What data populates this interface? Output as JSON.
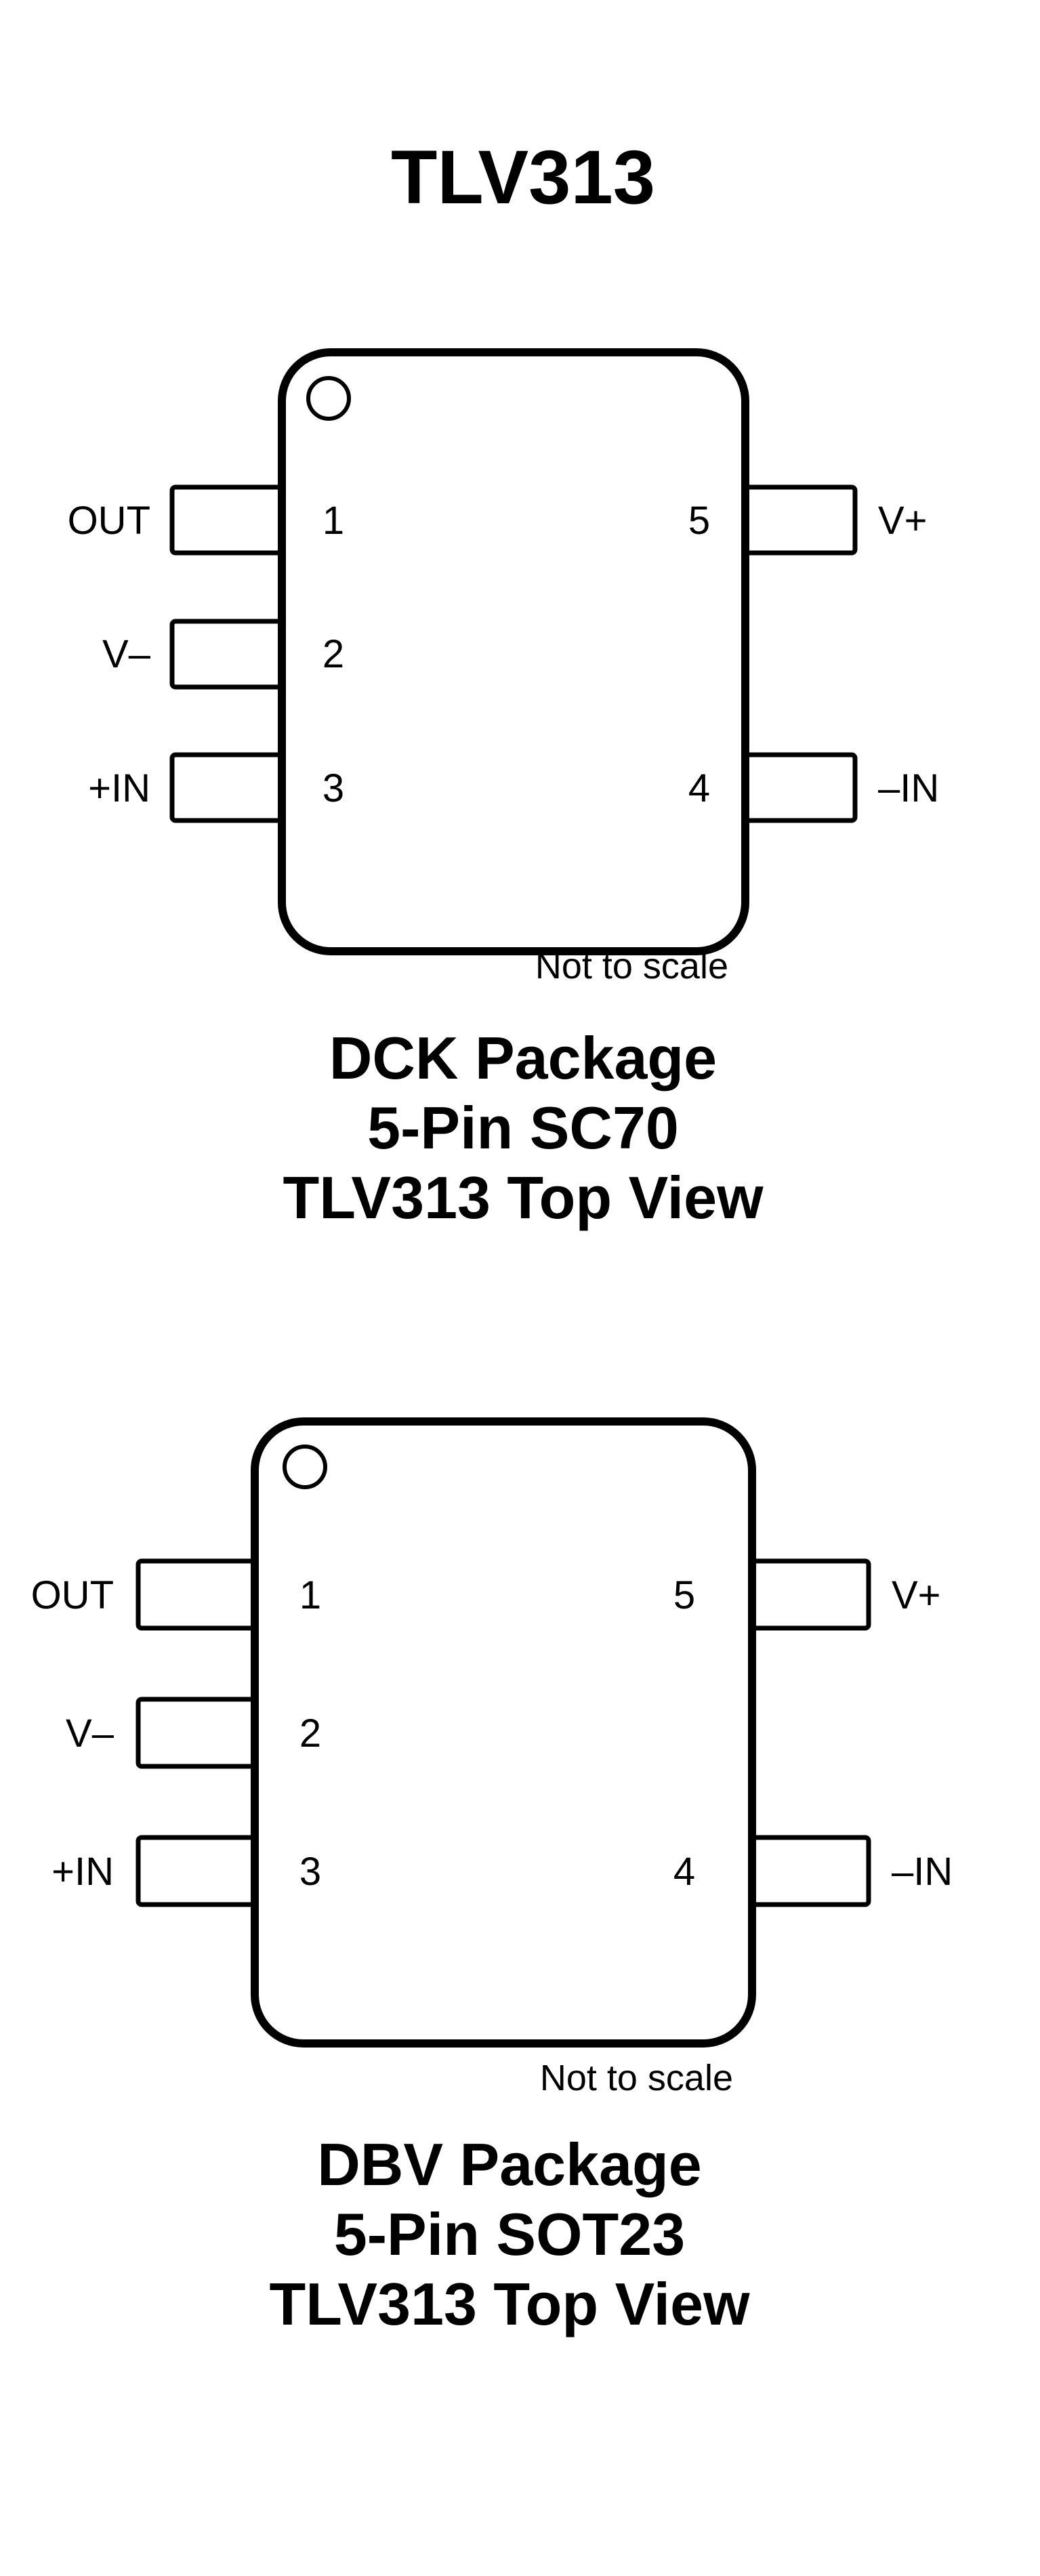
{
  "title": "TLV313",
  "packages": [
    {
      "caption": [
        "DCK Package",
        "5-Pin SC70",
        "TLV313 Top View"
      ],
      "note": "Not to scale",
      "pins": [
        {
          "number": "1",
          "name": "OUT"
        },
        {
          "number": "2",
          "name": "V–"
        },
        {
          "number": "3",
          "name": "+IN"
        },
        {
          "number": "4",
          "name": "–IN"
        },
        {
          "number": "5",
          "name": "V+"
        }
      ]
    },
    {
      "caption": [
        "DBV Package",
        "5-Pin SOT23",
        "TLV313 Top View"
      ],
      "note": "Not to scale",
      "pins": [
        {
          "number": "1",
          "name": "OUT"
        },
        {
          "number": "2",
          "name": "V–"
        },
        {
          "number": "3",
          "name": "+IN"
        },
        {
          "number": "4",
          "name": "–IN"
        },
        {
          "number": "5",
          "name": "V+"
        }
      ]
    }
  ]
}
